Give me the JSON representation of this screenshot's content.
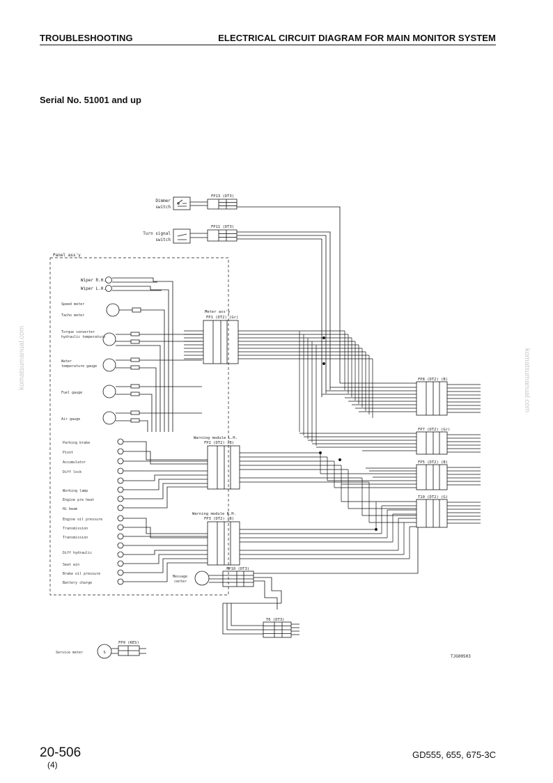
{
  "header": {
    "left": "TROUBLESHOOTING",
    "right": "ELECTRICAL CIRCUIT DIAGRAM FOR MAIN MONITOR SYSTEM"
  },
  "subtitle": "Serial No. 51001 and up",
  "footer": {
    "page_number": "20-506",
    "revision": "(4)",
    "models": "GD555, 655, 675-3C"
  },
  "watermark": "komatsumanual.com",
  "diagram": {
    "figure_code": "TJG00503",
    "panel_label": "Panel ass'y",
    "switches": [
      {
        "label_1": "Dimmer",
        "label_2": "switch",
        "connector": "FP13 (DT3)"
      },
      {
        "label_1": "Turn signal",
        "label_2": "switch",
        "connector": "FP11 (DT3)"
      }
    ],
    "gauges": [
      {
        "label_1": "Wiper R.H.",
        "label_2": ""
      },
      {
        "label_1": "Wiper L.H.",
        "label_2": ""
      },
      {
        "label_1": "Speed meter",
        "label_2": "Tacho meter"
      },
      {
        "label_1": "Torque converter",
        "label_2": "hydraulic temperature"
      },
      {
        "label_1": "Water",
        "label_2": "temperature gauge"
      },
      {
        "label_1": "Fuel gauge",
        "label_2": ""
      },
      {
        "label_1": "Air gauge",
        "label_2": ""
      }
    ],
    "warning_lamps_lh": [
      "Parking brake",
      "Pivot",
      "Accumulator",
      "Diff lock",
      "",
      "Working lamp",
      "Engine pre heat",
      "Hi beam"
    ],
    "warning_lamps_rh": [
      "Engine oil pressure",
      "Transmission",
      "Transmission",
      "",
      "Diff hydraulic",
      "Seat win",
      "Brake oil pressure",
      "Battery charge"
    ],
    "meter_assy": {
      "label": "Meter ass'y",
      "connector": "FP1 (DT2) (Gr)"
    },
    "module_lh": {
      "label": "Warning module L.H.",
      "connector": "FP2 (DT2) (B)"
    },
    "module_rh": {
      "label": "Warning module R.H.",
      "connector": "FP3 (DT2) (B)"
    },
    "message_center": {
      "label_1": "Message",
      "label_2": "center",
      "connector": "FP10 (DT3)"
    },
    "t6": {
      "connector": "T6 (DT3)"
    },
    "service_meter": {
      "label": "Service meter",
      "symbol": "S",
      "connector": "FP9 (KES)"
    },
    "right_connectors": [
      {
        "name": "FP8 (DT2) (B)"
      },
      {
        "name": "FP7 (DT2) (Gr)"
      },
      {
        "name": "FP5 (DT2) (B)"
      },
      {
        "name": "T10 (DT2) (G)"
      }
    ]
  }
}
